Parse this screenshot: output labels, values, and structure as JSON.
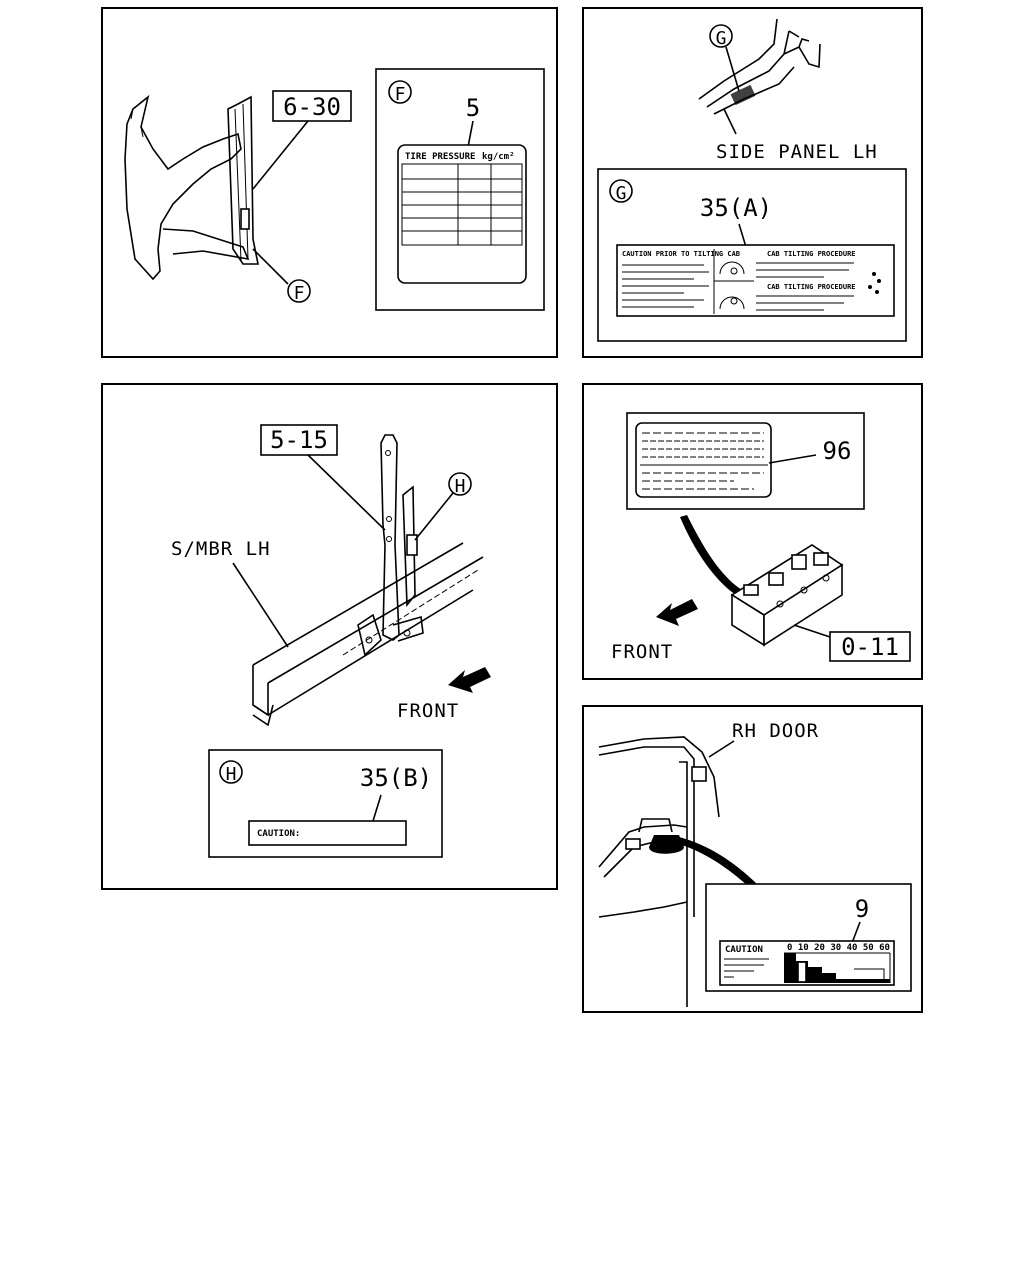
{
  "panel_f": {
    "callout_ref": "6-30",
    "view_letter": "F",
    "detail_letter": "F",
    "part_no": "5",
    "label_title": "TIRE PRESSURE",
    "label_unit": "kg/cm²"
  },
  "panel_g": {
    "view_letter": "G",
    "side_panel_label": "SIDE PANEL LH",
    "detail_letter": "G",
    "part_no": "35(A)",
    "caution_text": "CAUTION PRIOR TO TILTING CAB",
    "procedure_title_1": "CAB TILTING PROCEDURE",
    "procedure_title_2": "CAB TILTING PROCEDURE"
  },
  "panel_h": {
    "callout_ref": "5-15",
    "view_letter": "H",
    "member_label": "S/MBR LH",
    "front_label": "FRONT",
    "detail_letter": "H",
    "part_no": "35(B)",
    "caution_label": "CAUTION:"
  },
  "panel_battery": {
    "part_no": "96",
    "front_label": "FRONT",
    "callout_ref": "0-11"
  },
  "panel_door": {
    "door_label": "RH DOOR",
    "part_no": "9",
    "caution_label": "CAUTION",
    "scale_label": "0 10 20 30 40 50 60"
  }
}
